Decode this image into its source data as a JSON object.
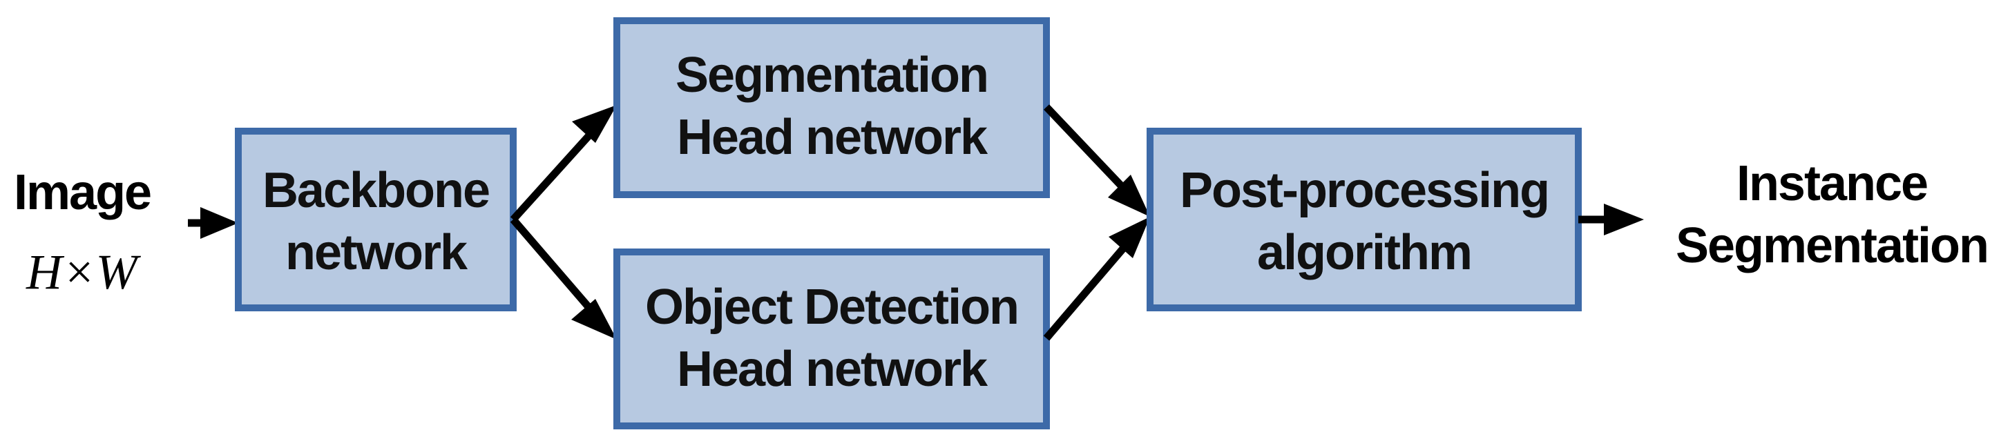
{
  "input": {
    "label": "Image",
    "size": "H×W"
  },
  "backbone": {
    "line1": "Backbone",
    "line2": "network"
  },
  "segmentation_head": {
    "line1": "Segmentation",
    "line2": "Head network"
  },
  "detection_head": {
    "line1": "Object Detection",
    "line2": "Head network"
  },
  "post_processing": {
    "line1": "Post-processing",
    "line2": "algorithm"
  },
  "output": {
    "line1": "Instance",
    "line2": "Segmentation"
  },
  "colors": {
    "box_fill": "#b7c9e1",
    "box_border": "#3d6aa8",
    "arrow": "#000000"
  }
}
